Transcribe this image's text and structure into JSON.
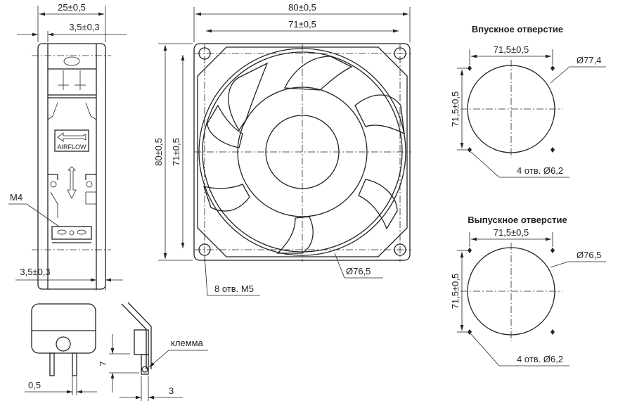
{
  "side_view": {
    "width_dim": "25±0,5",
    "top_offset_dim": "3,5±0,3",
    "bottom_offset_dim": "3,5±0,3",
    "thread_label": "M4",
    "airflow_label": "AIRFLOW"
  },
  "front_view": {
    "outer_width_dim": "80±0,5",
    "hole_spacing_dim": "71±0,5",
    "outer_height_dim": "80±0,5",
    "hole_spacing_vertical_dim": "71±0,5",
    "holes_label": "8 отв. М5",
    "diameter_label": "Ø76,5"
  },
  "inlet": {
    "title": "Впускное отверстие",
    "hole_spacing_dim": "71,5±0,5",
    "hole_spacing_vertical_dim": "71,5±0,5",
    "diameter_label": "Ø77,4",
    "holes_label": "4 отв. Ø6,2"
  },
  "outlet": {
    "title": "Выпускное отверстие",
    "hole_spacing_dim": "71,5±0,5",
    "hole_spacing_vertical_dim": "71,5±0,5",
    "diameter_label": "Ø76,5",
    "holes_label": "4 отв. Ø6,2"
  },
  "terminal": {
    "pin_width_dim": "0,5",
    "height_dim": "7",
    "thickness_dim": "3",
    "terminal_label": "клемма"
  }
}
